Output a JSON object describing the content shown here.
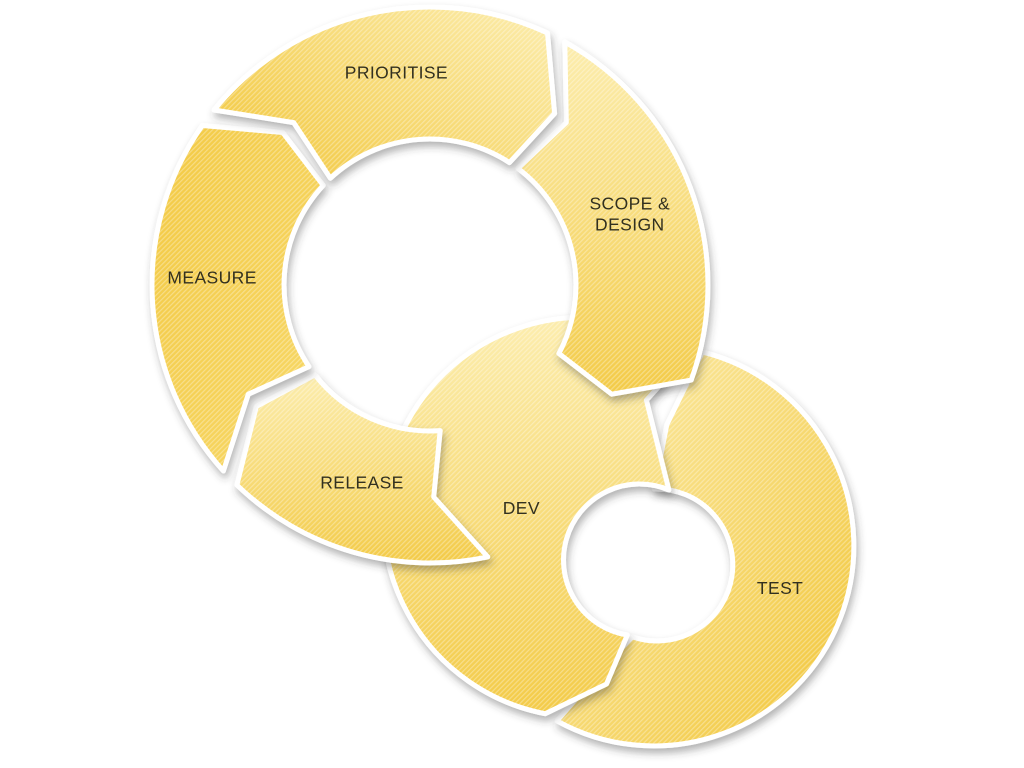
{
  "diagram": {
    "background_color": "#FFFFFF",
    "palette": {
      "fill_dark": "#F3CB48",
      "fill_mid": "#F7D765",
      "fill_light": "#FCEDAE",
      "segment_outline": "#FFFFFF",
      "stripe_color": "rgba(255,255,255,0.32)",
      "label_color": "#32301F"
    },
    "cycles": [
      {
        "direction": "clockwise",
        "segments": [
          {
            "id": "prioritise",
            "label": "PRIORITISE",
            "lines": [
              "PRIORITISE"
            ]
          },
          {
            "id": "scope-design",
            "label": "SCOPE & DESIGN",
            "lines": [
              "SCOPE &",
              "DESIGN"
            ]
          },
          {
            "id": "release",
            "label": "RELEASE",
            "lines": [
              "RELEASE"
            ]
          },
          {
            "id": "measure",
            "label": "MEASURE",
            "lines": [
              "MEASURE"
            ]
          }
        ]
      },
      {
        "direction": "counterclockwise",
        "segments": [
          {
            "id": "dev",
            "label": "DEV",
            "lines": [
              "DEV"
            ]
          },
          {
            "id": "test",
            "label": "TEST",
            "lines": [
              "TEST"
            ]
          }
        ]
      }
    ]
  }
}
